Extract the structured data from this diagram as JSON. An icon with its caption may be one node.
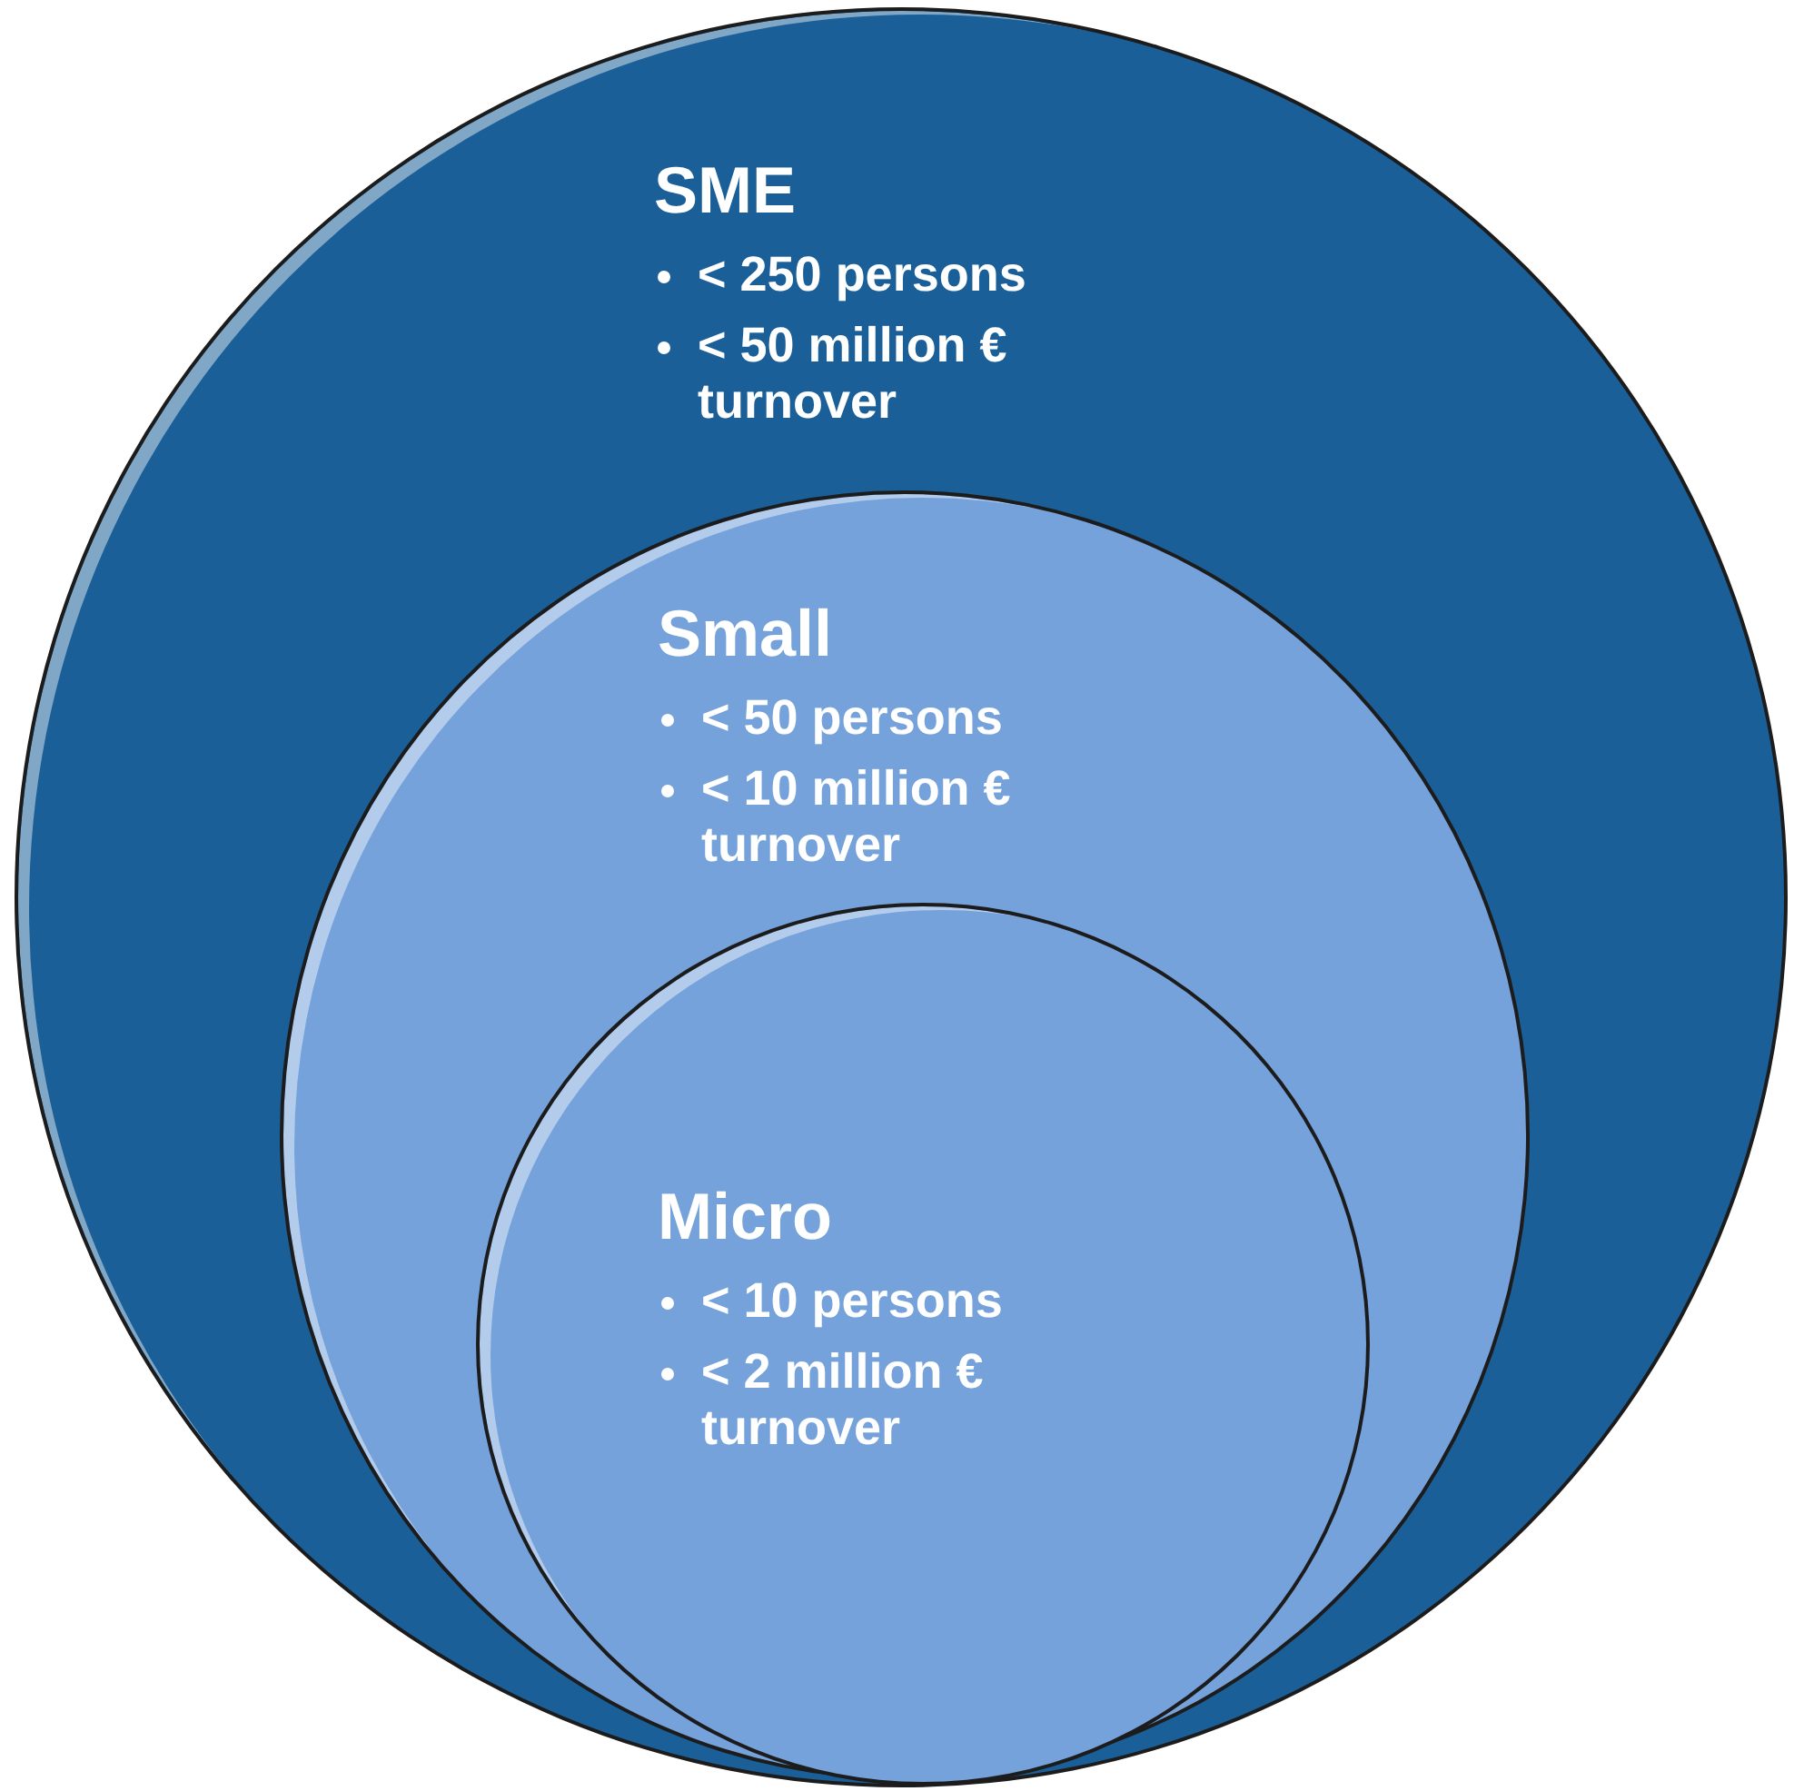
{
  "diagram": {
    "nodes": [
      {
        "text": [
          "SME",
          "< 250 persons",
          "< 50 million € turnover"
        ]
      },
      {
        "text": [
          "Small",
          "< 50 persons",
          "< 10 million € turnover"
        ],
        "in": 0
      },
      {
        "text": [
          "Micro",
          "< 10 persons",
          "< 2 million € turnover"
        ],
        "in": 1
      }
    ],
    "edges": []
  }
}
